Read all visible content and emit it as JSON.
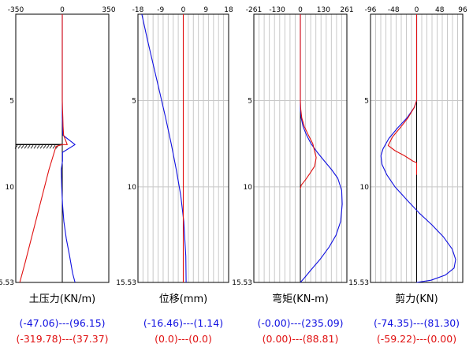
{
  "colors": {
    "envelope_max": "#1010e0",
    "envelope_min": "#e01010",
    "axis": "#000000",
    "grid": "#c8c8c8",
    "background": "#ffffff"
  },
  "chart_data": [
    {
      "type": "line",
      "title": "土压力(KN/m)",
      "xlim": [
        -350,
        350
      ],
      "x_ticks": [
        "-350",
        "0",
        "350"
      ],
      "x_tick_values": [
        -350,
        0,
        350
      ],
      "ylim": [
        0,
        15.53
      ],
      "y_ticks": [
        "5",
        "10",
        "15.53"
      ],
      "y_tick_values": [
        5,
        10,
        15.53
      ],
      "grid": false,
      "excavation_depth": 7.55,
      "series": [
        {
          "color": "#1010e0",
          "x": [
            0,
            0,
            0,
            0,
            5,
            96,
            2,
            2,
            -8,
            -4,
            2,
            12,
            30,
            55,
            78,
            96.15
          ],
          "y": [
            0,
            4,
            5,
            6,
            7,
            7.55,
            8,
            8.5,
            9,
            10,
            11,
            12,
            13,
            14,
            15,
            15.53
          ]
        },
        {
          "color": "#e01010",
          "x": [
            0,
            0,
            0,
            2,
            4,
            6,
            10,
            37.37,
            0,
            -47.06,
            -100,
            -160,
            -220,
            -280,
            -319.78
          ],
          "y": [
            0,
            4,
            5,
            5.5,
            6,
            6.5,
            7,
            7.55,
            7.55,
            7.65,
            9,
            10.8,
            12.6,
            14.4,
            15.53
          ]
        }
      ],
      "range_max": "(-47.06)---(96.15)",
      "range_min": "(-319.78)---(37.37)"
    },
    {
      "type": "line",
      "title": "位移(mm)",
      "xlim": [
        -18,
        18
      ],
      "x_ticks": [
        "-18",
        "-9",
        "0",
        "9",
        "18"
      ],
      "x_tick_values": [
        -18,
        -9,
        0,
        9,
        18
      ],
      "ylim": [
        0,
        15.53
      ],
      "y_ticks": [
        "5",
        "10",
        "15.53"
      ],
      "y_tick_values": [
        5,
        10,
        15.53
      ],
      "grid": true,
      "series": [
        {
          "color": "#1010e0",
          "x": [
            -16.46,
            -14.2,
            -11.8,
            -9.4,
            -7.0,
            -4.8,
            -2.8,
            -1.0,
            0.2,
            1.0,
            1.14
          ],
          "y": [
            0,
            1.5,
            3,
            4.5,
            6,
            7.5,
            9,
            10.5,
            12,
            14,
            15.53
          ]
        },
        {
          "color": "#e01010",
          "x": [
            0,
            0
          ],
          "y": [
            0,
            15.53
          ]
        }
      ],
      "range_max": "(-16.46)---(1.14)",
      "range_min": "(0.0)---(0.0)"
    },
    {
      "type": "line",
      "title": "弯矩(KN-m)",
      "xlim": [
        -261,
        261
      ],
      "x_ticks": [
        "-261",
        "-130",
        "0",
        "130",
        "261"
      ],
      "x_tick_values": [
        -261,
        -130,
        0,
        130,
        261
      ],
      "ylim": [
        0,
        15.53
      ],
      "y_ticks": [
        "5",
        "10",
        "15.53"
      ],
      "y_tick_values": [
        5,
        10,
        15.53
      ],
      "grid": true,
      "series": [
        {
          "color": "#1010e0",
          "x": [
            0,
            0,
            0,
            5,
            15,
            35,
            60,
            95,
            135,
            175,
            210,
            232,
            235.09,
            226,
            200,
            160,
            110,
            60,
            20,
            0
          ],
          "y": [
            0,
            5,
            5.5,
            6,
            6.5,
            7,
            7.5,
            8,
            8.5,
            9,
            9.5,
            10.2,
            11,
            12,
            12.8,
            13.5,
            14.2,
            14.8,
            15.3,
            15.53
          ]
        },
        {
          "color": "#e01010",
          "x": [
            0,
            0,
            2,
            8,
            22,
            45,
            70,
            88.81,
            80,
            55,
            28,
            5,
            0
          ],
          "y": [
            0,
            5,
            5.5,
            6,
            6.5,
            7,
            7.5,
            8.3,
            8.8,
            9.2,
            9.6,
            9.9,
            10.1
          ]
        }
      ],
      "range_max": "(-0.00)---(235.09)",
      "range_min": "(0.00)---(88.81)"
    },
    {
      "type": "line",
      "title": "剪力(KN)",
      "xlim": [
        -96,
        96
      ],
      "x_ticks": [
        "-96",
        "-48",
        "0",
        "48",
        "96"
      ],
      "x_tick_values": [
        -96,
        -48,
        0,
        48,
        96
      ],
      "ylim": [
        0,
        15.53
      ],
      "y_ticks": [
        "5",
        "10",
        "15.53"
      ],
      "y_tick_values": [
        5,
        10,
        15.53
      ],
      "grid": true,
      "series": [
        {
          "color": "#1010e0",
          "x": [
            0,
            0,
            -5,
            -20,
            -40,
            -58,
            -70,
            -74.35,
            -72,
            -62,
            -45,
            -22,
            5,
            32,
            56,
            74,
            81.3,
            78,
            60,
            30,
            0
          ],
          "y": [
            0,
            5,
            5.4,
            6,
            6.6,
            7.2,
            7.8,
            8.2,
            8.7,
            9.3,
            10,
            10.7,
            11.5,
            12.2,
            12.9,
            13.6,
            14.2,
            14.7,
            15.1,
            15.4,
            15.53
          ]
        },
        {
          "color": "#e01010",
          "x": [
            0,
            0,
            -5,
            -18,
            -35,
            -50,
            -59.22,
            -45,
            -25,
            -8,
            0,
            0
          ],
          "y": [
            0,
            5,
            5.4,
            6,
            6.6,
            7.1,
            7.6,
            7.9,
            8.2,
            8.5,
            8.6,
            9.3
          ]
        }
      ],
      "range_max": "(-74.35)---(81.30)",
      "range_min": "(-59.22)---(0.00)"
    }
  ]
}
